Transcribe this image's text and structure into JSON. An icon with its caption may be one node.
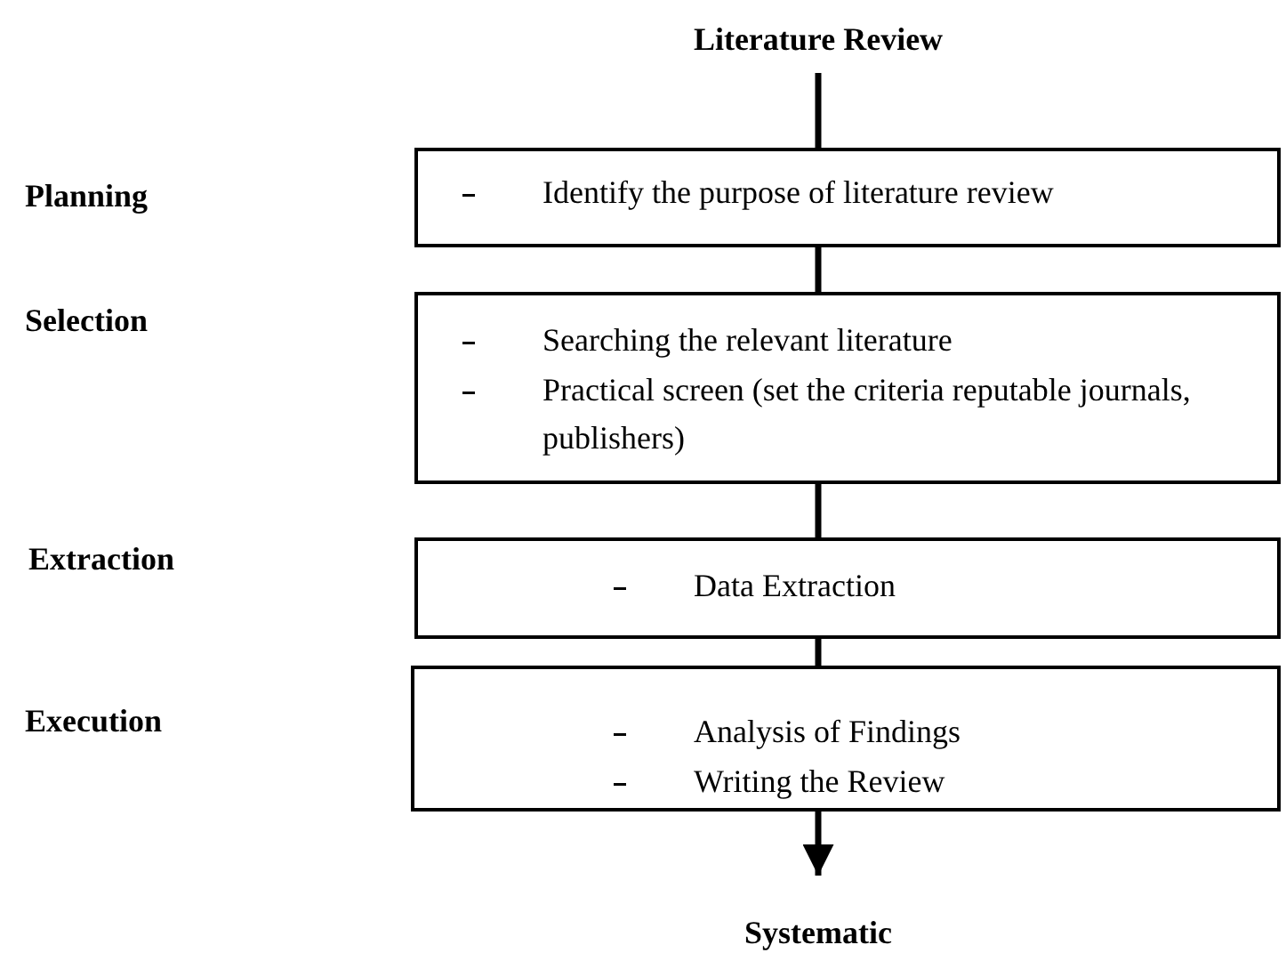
{
  "diagram": {
    "nodes": [
      {
        "text": [
          "Literature Review"
        ]
      },
      {
        "text": [
          "Identify the purpose of literature review"
        ]
      },
      {
        "text": [
          "Searching the relevant literature",
          "Practical screen (set the criteria reputable journals, publishers)"
        ]
      },
      {
        "text": [
          "Data Extraction"
        ]
      },
      {
        "text": [
          "Analysis of Findings",
          "Writing the Review"
        ]
      },
      {
        "text": [
          "Systematic"
        ]
      }
    ],
    "edges": [
      {
        "from": 0,
        "to": 1,
        "arrow": "none"
      },
      {
        "from": 1,
        "to": 2,
        "arrow": "none"
      },
      {
        "from": 2,
        "to": 3,
        "arrow": "none"
      },
      {
        "from": 3,
        "to": 4,
        "arrow": "none"
      },
      {
        "from": 4,
        "to": 5,
        "arrow": "to"
      }
    ],
    "labels": [
      "Planning",
      "Selection",
      "Extraction",
      "Execution"
    ]
  }
}
